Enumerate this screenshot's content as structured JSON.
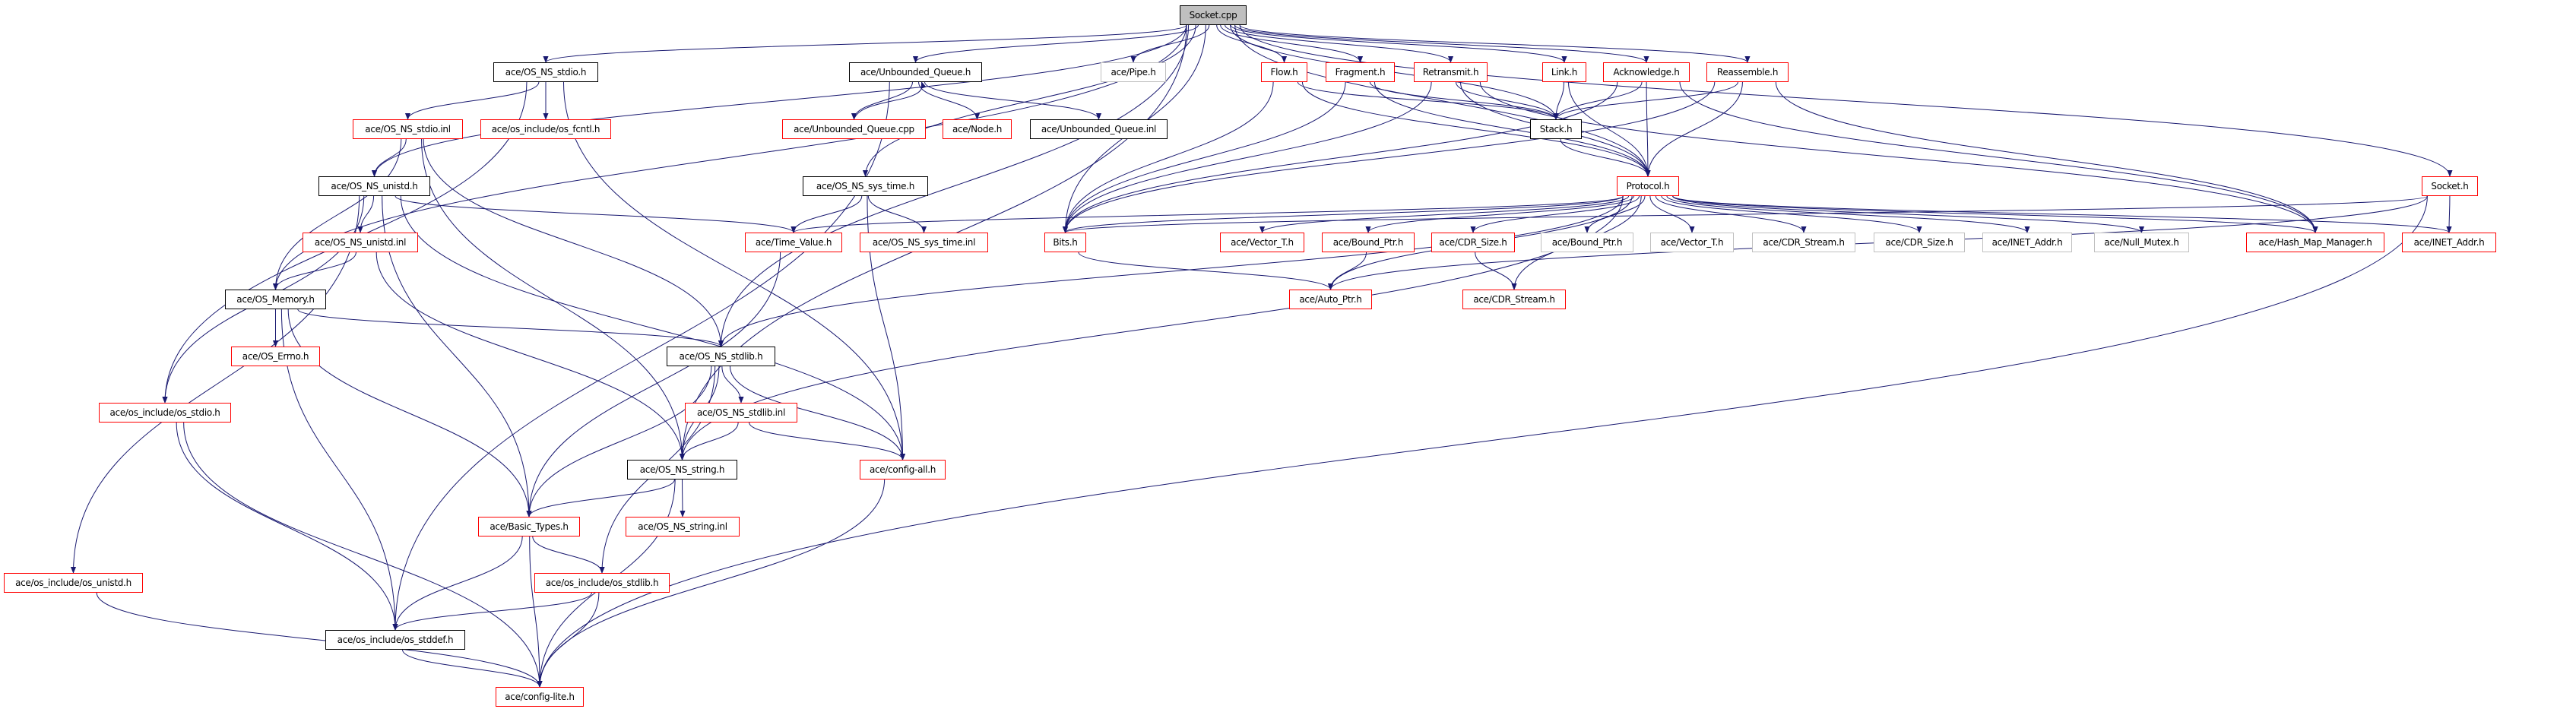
{
  "title": "Socket.cpp include dependency graph",
  "colors": {
    "edge": "#191970",
    "documented_border": "#000000",
    "undocumented_border": "#ff0000",
    "external_border": "#bfbfbf",
    "root_fill": "#bfbfbf"
  },
  "nodes": [
    {
      "id": "socket_cpp",
      "label": "Socket.cpp",
      "kind": "root"
    },
    {
      "id": "os_ns_stdio_h",
      "label": "ace/OS_NS_stdio.h",
      "kind": "doc"
    },
    {
      "id": "unbounded_queue_h",
      "label": "ace/Unbounded_Queue.h",
      "kind": "doc"
    },
    {
      "id": "pipe_h",
      "label": "ace/Pipe.h",
      "kind": "ext"
    },
    {
      "id": "flow_h",
      "label": "Flow.h",
      "kind": "undoc"
    },
    {
      "id": "fragment_h",
      "label": "Fragment.h",
      "kind": "undoc"
    },
    {
      "id": "retransmit_h",
      "label": "Retransmit.h",
      "kind": "undoc"
    },
    {
      "id": "link_h",
      "label": "Link.h",
      "kind": "undoc"
    },
    {
      "id": "acknowledge_h",
      "label": "Acknowledge.h",
      "kind": "undoc"
    },
    {
      "id": "reassemble_h",
      "label": "Reassemble.h",
      "kind": "undoc"
    },
    {
      "id": "os_ns_stdio_inl",
      "label": "ace/OS_NS_stdio.inl",
      "kind": "undoc"
    },
    {
      "id": "os_fcntl_h",
      "label": "ace/os_include/os_fcntl.h",
      "kind": "undoc"
    },
    {
      "id": "unbounded_queue_cpp",
      "label": "ace/Unbounded_Queue.cpp",
      "kind": "undoc"
    },
    {
      "id": "node_h",
      "label": "ace/Node.h",
      "kind": "undoc"
    },
    {
      "id": "unbounded_queue_inl",
      "label": "ace/Unbounded_Queue.inl",
      "kind": "doc"
    },
    {
      "id": "stack_h",
      "label": "Stack.h",
      "kind": "doc"
    },
    {
      "id": "os_ns_unistd_h",
      "label": "ace/OS_NS_unistd.h",
      "kind": "doc"
    },
    {
      "id": "os_ns_sys_time_h",
      "label": "ace/OS_NS_sys_time.h",
      "kind": "doc"
    },
    {
      "id": "protocol_h",
      "label": "Protocol.h",
      "kind": "undoc"
    },
    {
      "id": "socket_h",
      "label": "Socket.h",
      "kind": "undoc"
    },
    {
      "id": "os_ns_unistd_inl",
      "label": "ace/OS_NS_unistd.inl",
      "kind": "undoc"
    },
    {
      "id": "time_value_h",
      "label": "ace/Time_Value.h",
      "kind": "undoc"
    },
    {
      "id": "os_ns_sys_time_inl",
      "label": "ace/OS_NS_sys_time.inl",
      "kind": "undoc"
    },
    {
      "id": "bits_h",
      "label": "Bits.h",
      "kind": "undoc"
    },
    {
      "id": "vector_t_h_red",
      "label": "ace/Vector_T.h",
      "kind": "undoc"
    },
    {
      "id": "bound_ptr_h_red",
      "label": "ace/Bound_Ptr.h",
      "kind": "undoc"
    },
    {
      "id": "cdr_size_h_red",
      "label": "ace/CDR_Size.h",
      "kind": "undoc"
    },
    {
      "id": "bound_ptr_h_ext",
      "label": "ace/Bound_Ptr.h",
      "kind": "ext"
    },
    {
      "id": "vector_t_h_ext",
      "label": "ace/Vector_T.h",
      "kind": "ext"
    },
    {
      "id": "cdr_stream_h_ext",
      "label": "ace/CDR_Stream.h",
      "kind": "ext"
    },
    {
      "id": "cdr_size_h_ext",
      "label": "ace/CDR_Size.h",
      "kind": "ext"
    },
    {
      "id": "inet_addr_h_ext",
      "label": "ace/INET_Addr.h",
      "kind": "ext"
    },
    {
      "id": "null_mutex_h",
      "label": "ace/Null_Mutex.h",
      "kind": "ext"
    },
    {
      "id": "hash_map_manager_h",
      "label": "ace/Hash_Map_Manager.h",
      "kind": "undoc"
    },
    {
      "id": "inet_addr_h_red",
      "label": "ace/INET_Addr.h",
      "kind": "undoc"
    },
    {
      "id": "os_memory_h",
      "label": "ace/OS_Memory.h",
      "kind": "doc"
    },
    {
      "id": "auto_ptr_h",
      "label": "ace/Auto_Ptr.h",
      "kind": "undoc"
    },
    {
      "id": "cdr_stream_h_red",
      "label": "ace/CDR_Stream.h",
      "kind": "undoc"
    },
    {
      "id": "os_errno_h",
      "label": "ace/OS_Errno.h",
      "kind": "undoc"
    },
    {
      "id": "os_ns_stdlib_h",
      "label": "ace/OS_NS_stdlib.h",
      "kind": "doc"
    },
    {
      "id": "os_stdio_h",
      "label": "ace/os_include/os_stdio.h",
      "kind": "undoc"
    },
    {
      "id": "os_ns_stdlib_inl",
      "label": "ace/OS_NS_stdlib.inl",
      "kind": "undoc"
    },
    {
      "id": "os_ns_string_h",
      "label": "ace/OS_NS_string.h",
      "kind": "doc"
    },
    {
      "id": "config_all_h",
      "label": "ace/config-all.h",
      "kind": "undoc"
    },
    {
      "id": "basic_types_h",
      "label": "ace/Basic_Types.h",
      "kind": "undoc"
    },
    {
      "id": "os_ns_string_inl",
      "label": "ace/OS_NS_string.inl",
      "kind": "undoc"
    },
    {
      "id": "os_unistd_h",
      "label": "ace/os_include/os_unistd.h",
      "kind": "undoc"
    },
    {
      "id": "os_stdlib_h",
      "label": "ace/os_include/os_stdlib.h",
      "kind": "undoc"
    },
    {
      "id": "os_stddef_h",
      "label": "ace/os_include/os_stddef.h",
      "kind": "doc"
    },
    {
      "id": "config_lite_h",
      "label": "ace/config-lite.h",
      "kind": "undoc"
    }
  ],
  "edges": [
    [
      "socket_cpp",
      "os_ns_stdio_h"
    ],
    [
      "socket_cpp",
      "unbounded_queue_h"
    ],
    [
      "socket_cpp",
      "pipe_h"
    ],
    [
      "socket_cpp",
      "flow_h"
    ],
    [
      "socket_cpp",
      "fragment_h"
    ],
    [
      "socket_cpp",
      "retransmit_h"
    ],
    [
      "socket_cpp",
      "link_h"
    ],
    [
      "socket_cpp",
      "acknowledge_h"
    ],
    [
      "socket_cpp",
      "reassemble_h"
    ],
    [
      "socket_cpp",
      "socket_h"
    ],
    [
      "socket_cpp",
      "stack_h"
    ],
    [
      "socket_cpp",
      "protocol_h"
    ],
    [
      "socket_cpp",
      "bits_h"
    ],
    [
      "socket_cpp",
      "os_ns_unistd_h"
    ],
    [
      "socket_cpp",
      "os_memory_h"
    ],
    [
      "socket_cpp",
      "os_ns_sys_time_h"
    ],
    [
      "socket_cpp",
      "os_ns_stdlib_h"
    ],
    [
      "socket_cpp",
      "os_ns_string_h"
    ],
    [
      "os_ns_stdio_h",
      "os_ns_stdio_inl"
    ],
    [
      "os_ns_stdio_h",
      "os_fcntl_h"
    ],
    [
      "os_ns_stdio_h",
      "config_all_h"
    ],
    [
      "os_ns_stdio_h",
      "os_stdio_h"
    ],
    [
      "os_ns_stdio_inl",
      "os_ns_unistd_h"
    ],
    [
      "os_ns_stdio_inl",
      "os_memory_h"
    ],
    [
      "os_ns_stdio_inl",
      "os_ns_stdlib_h"
    ],
    [
      "os_ns_stdio_inl",
      "os_ns_string_h"
    ],
    [
      "unbounded_queue_h",
      "unbounded_queue_cpp"
    ],
    [
      "unbounded_queue_cpp",
      "unbounded_queue_h"
    ],
    [
      "unbounded_queue_h",
      "node_h"
    ],
    [
      "unbounded_queue_h",
      "unbounded_queue_inl"
    ],
    [
      "unbounded_queue_h",
      "os_stddef_h"
    ],
    [
      "os_ns_unistd_h",
      "os_ns_unistd_inl"
    ],
    [
      "os_ns_unistd_h",
      "time_value_h"
    ],
    [
      "os_ns_unistd_h",
      "os_unistd_h"
    ],
    [
      "os_ns_unistd_h",
      "os_stdio_h"
    ],
    [
      "os_ns_unistd_h",
      "basic_types_h"
    ],
    [
      "os_ns_unistd_h",
      "config_all_h"
    ],
    [
      "os_ns_unistd_inl",
      "os_memory_h"
    ],
    [
      "os_ns_unistd_inl",
      "os_ns_string_h"
    ],
    [
      "os_ns_sys_time_h",
      "time_value_h"
    ],
    [
      "os_ns_sys_time_h",
      "os_ns_sys_time_inl"
    ],
    [
      "os_ns_sys_time_h",
      "config_all_h"
    ],
    [
      "flow_h",
      "stack_h"
    ],
    [
      "flow_h",
      "protocol_h"
    ],
    [
      "flow_h",
      "bits_h"
    ],
    [
      "fragment_h",
      "stack_h"
    ],
    [
      "fragment_h",
      "protocol_h"
    ],
    [
      "fragment_h",
      "bits_h"
    ],
    [
      "retransmit_h",
      "stack_h"
    ],
    [
      "retransmit_h",
      "protocol_h"
    ],
    [
      "retransmit_h",
      "bits_h"
    ],
    [
      "retransmit_h",
      "hash_map_manager_h"
    ],
    [
      "link_h",
      "stack_h"
    ],
    [
      "link_h",
      "protocol_h"
    ],
    [
      "acknowledge_h",
      "stack_h"
    ],
    [
      "acknowledge_h",
      "protocol_h"
    ],
    [
      "acknowledge_h",
      "bits_h"
    ],
    [
      "acknowledge_h",
      "hash_map_manager_h"
    ],
    [
      "reassemble_h",
      "stack_h"
    ],
    [
      "reassemble_h",
      "protocol_h"
    ],
    [
      "reassemble_h",
      "bits_h"
    ],
    [
      "reassemble_h",
      "hash_map_manager_h"
    ],
    [
      "stack_h",
      "protocol_h"
    ],
    [
      "protocol_h",
      "bits_h"
    ],
    [
      "protocol_h",
      "time_value_h"
    ],
    [
      "protocol_h",
      "vector_t_h_red"
    ],
    [
      "protocol_h",
      "bound_ptr_h_red"
    ],
    [
      "protocol_h",
      "cdr_size_h_red"
    ],
    [
      "protocol_h",
      "bound_ptr_h_ext"
    ],
    [
      "protocol_h",
      "vector_t_h_ext"
    ],
    [
      "protocol_h",
      "cdr_stream_h_ext"
    ],
    [
      "protocol_h",
      "cdr_size_h_ext"
    ],
    [
      "protocol_h",
      "inet_addr_h_ext"
    ],
    [
      "protocol_h",
      "null_mutex_h"
    ],
    [
      "protocol_h",
      "hash_map_manager_h"
    ],
    [
      "protocol_h",
      "inet_addr_h_red"
    ],
    [
      "protocol_h",
      "auto_ptr_h"
    ],
    [
      "protocol_h",
      "cdr_stream_h_red"
    ],
    [
      "protocol_h",
      "os_ns_stdlib_h"
    ],
    [
      "protocol_h",
      "os_ns_string_h"
    ],
    [
      "socket_h",
      "inet_addr_h_red"
    ],
    [
      "socket_h",
      "bits_h"
    ],
    [
      "socket_h",
      "auto_ptr_h"
    ],
    [
      "socket_h",
      "config_lite_h"
    ],
    [
      "bits_h",
      "auto_ptr_h"
    ],
    [
      "bound_ptr_h_red",
      "auto_ptr_h"
    ],
    [
      "cdr_size_h_red",
      "cdr_stream_h_red"
    ],
    [
      "os_memory_h",
      "os_errno_h"
    ],
    [
      "os_memory_h",
      "os_ns_stdlib_h"
    ],
    [
      "os_memory_h",
      "basic_types_h"
    ],
    [
      "os_memory_h",
      "os_stddef_h"
    ],
    [
      "time_value_h",
      "basic_types_h"
    ],
    [
      "os_ns_stdlib_h",
      "os_ns_stdlib_inl"
    ],
    [
      "os_ns_stdlib_h",
      "config_all_h"
    ],
    [
      "os_ns_stdlib_h",
      "basic_types_h"
    ],
    [
      "os_ns_stdlib_h",
      "os_ns_string_h"
    ],
    [
      "os_ns_stdlib_h",
      "os_stdlib_h"
    ],
    [
      "os_ns_stdlib_inl",
      "os_ns_string_h"
    ],
    [
      "os_ns_stdlib_inl",
      "config_all_h"
    ],
    [
      "os_ns_string_h",
      "basic_types_h"
    ],
    [
      "os_ns_string_h",
      "os_ns_string_inl"
    ],
    [
      "os_ns_string_h",
      "config_lite_h"
    ],
    [
      "os_stdio_h",
      "os_stddef_h"
    ],
    [
      "os_stdio_h",
      "config_lite_h"
    ],
    [
      "basic_types_h",
      "os_stddef_h"
    ],
    [
      "basic_types_h",
      "os_stdlib_h"
    ],
    [
      "basic_types_h",
      "config_lite_h"
    ],
    [
      "config_all_h",
      "config_lite_h"
    ],
    [
      "os_unistd_h",
      "config_lite_h"
    ],
    [
      "os_stdlib_h",
      "os_stddef_h"
    ],
    [
      "os_stdlib_h",
      "config_lite_h"
    ],
    [
      "os_stddef_h",
      "config_lite_h"
    ]
  ]
}
